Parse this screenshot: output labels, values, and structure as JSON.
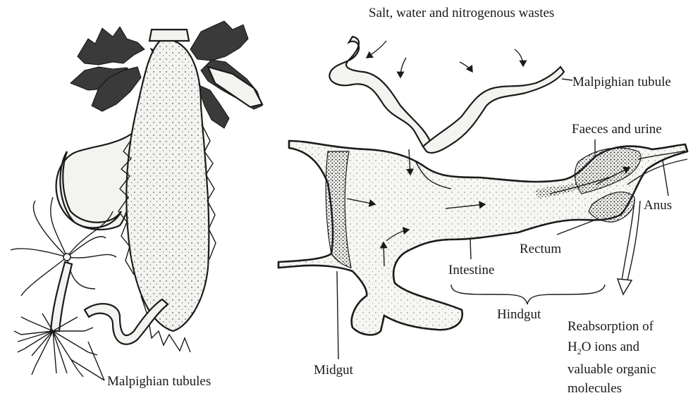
{
  "labels": {
    "top_caption": "Salt, water and nitrogenous wastes",
    "malpighian_tubule": "Malpighian tubule",
    "faeces_and_urine": "Faeces and urine",
    "anus": "Anus",
    "rectum": "Rectum",
    "intestine": "Intestine",
    "hindgut": "Hindgut",
    "midgut": "Midgut",
    "malpighian_tubules": "Malpighian tubules",
    "reabsorption_line1": "Reabsorption of",
    "reabsorption_line2_pre": "H",
    "reabsorption_line2_sub": "2",
    "reabsorption_line2_post": "O ions and",
    "reabsorption_line3": "valuable organic",
    "reabsorption_line4": "molecules"
  },
  "colors": {
    "ink": "#1a1a1a",
    "tissue_fill": "#f3f3f0",
    "background": "#ffffff"
  }
}
